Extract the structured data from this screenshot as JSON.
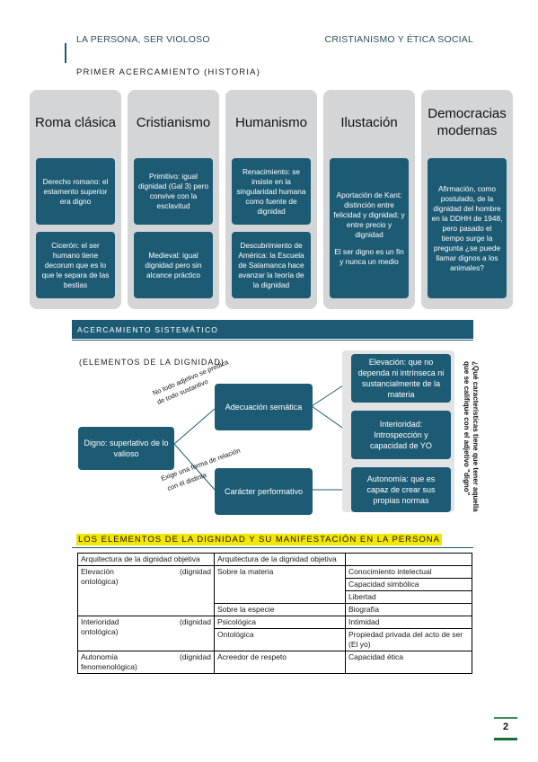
{
  "header": {
    "left": "LA PERSONA, SER VIOLOSO",
    "right": "CRISTIANISMO Y ÉTICA SOCIAL"
  },
  "history": {
    "title": "PRIMER ACERCAMIENTO (HISTORIA)",
    "columns": [
      {
        "title": "Roma clásica",
        "cards": [
          "Derecho romano: el estamento superior era digno",
          "Cicerón: el ser humano tiene decorum que es lo que le separa de las bestias"
        ]
      },
      {
        "title": "Cristianismo",
        "cards": [
          "Primitivo: igual dignidad (Gal 3) pero convive con la esclavitud",
          "Medieval: igual dignidad pero sin alcance práctico"
        ]
      },
      {
        "title": "Humanismo",
        "cards": [
          "Renacimiento: se insiste en la singularidad humana como fuente de dignidad",
          "Descubrimiento de América: la Escuela de Salamanca hace avanzar la teoría de la dignidad"
        ]
      },
      {
        "title": "Ilustación",
        "cards": [
          "Aportación de Kant: distinción entre felicidad y dignidad; y entre precio y dignidad",
          "El ser digno es un fin y nunca un medio"
        ]
      },
      {
        "title": "Democracias modernas",
        "cards": [
          "Afirmación, como postulado, de la dignidad del hombre en la DDHH de 1948, pero pasado el tiempo surge la pregunta ¿se puede llamar dignos a los animales?"
        ]
      }
    ]
  },
  "systematic": {
    "band": "ACERCAMIENTO SISTEMÁTICO",
    "subtitle": "(ELEMENTOS DE LA DIGNIDAD)",
    "root": "Digno: superlativo de lo valioso",
    "branch_top": "Adecuación semática",
    "branch_bottom": "Carácter performativo",
    "leaf_1": "Elevación: que no dependa ni intrínseca ni sustancialmente de la materia",
    "leaf_2": "Interioridad: Introspección y capacidad de YO",
    "leaf_3": "Autonomía: que es capaz de crear sus propias normas",
    "slant_top_1": "No todo adjetivo se predica",
    "slant_top_2": "de todo sustantivo",
    "slant_bottom_1": "Exige una forma de relación",
    "slant_bottom_2": "con él distinta",
    "side_question_1": "¿Qué características tiene que tener aquella",
    "side_question_2": "que se califique con el adjetivo \"digno\""
  },
  "table_section": {
    "title": "LOS ELEMENTOS DE LA DIGNIDAD Y SU MANIFESTACIÓN EN LA PERSONA",
    "header": [
      "Arquitectura de la dignidad objetiva",
      "Arquitectura de la dignidad objetiva",
      ""
    ],
    "rows": {
      "elevacion_a": "Elevación",
      "elevacion_b": "(dignidad",
      "elevacion_c": "ontológica)",
      "sobre_materia": "Sobre la materia",
      "conocimiento": "Conocimiento intelectual",
      "simbolica": "Capacidad simbólica",
      "libertad": "Libertad",
      "sobre_especie": "Sobre la especie",
      "biografia": "Biografía",
      "interioridad_a": "Interioridad",
      "interioridad_b": "(dignidad",
      "interioridad_c": "ontológica)",
      "psicologica": "Psicológica",
      "intimidad": "Intimidad",
      "ontologica": "Ontológica",
      "propiedad": "Propiedad privada del acto de ser (El yo)",
      "autonomia_a": "Autonomía",
      "autonomia_b": "(dignidad",
      "autonomia_c": "fenomenológica)",
      "acreedor": "Acreedor de respeto",
      "etica": "Capacidad ética"
    }
  },
  "page_number": "2",
  "colors": {
    "accent": "#1d5b74",
    "panel": "#d3d5d6",
    "highlight": "#f3e600"
  }
}
